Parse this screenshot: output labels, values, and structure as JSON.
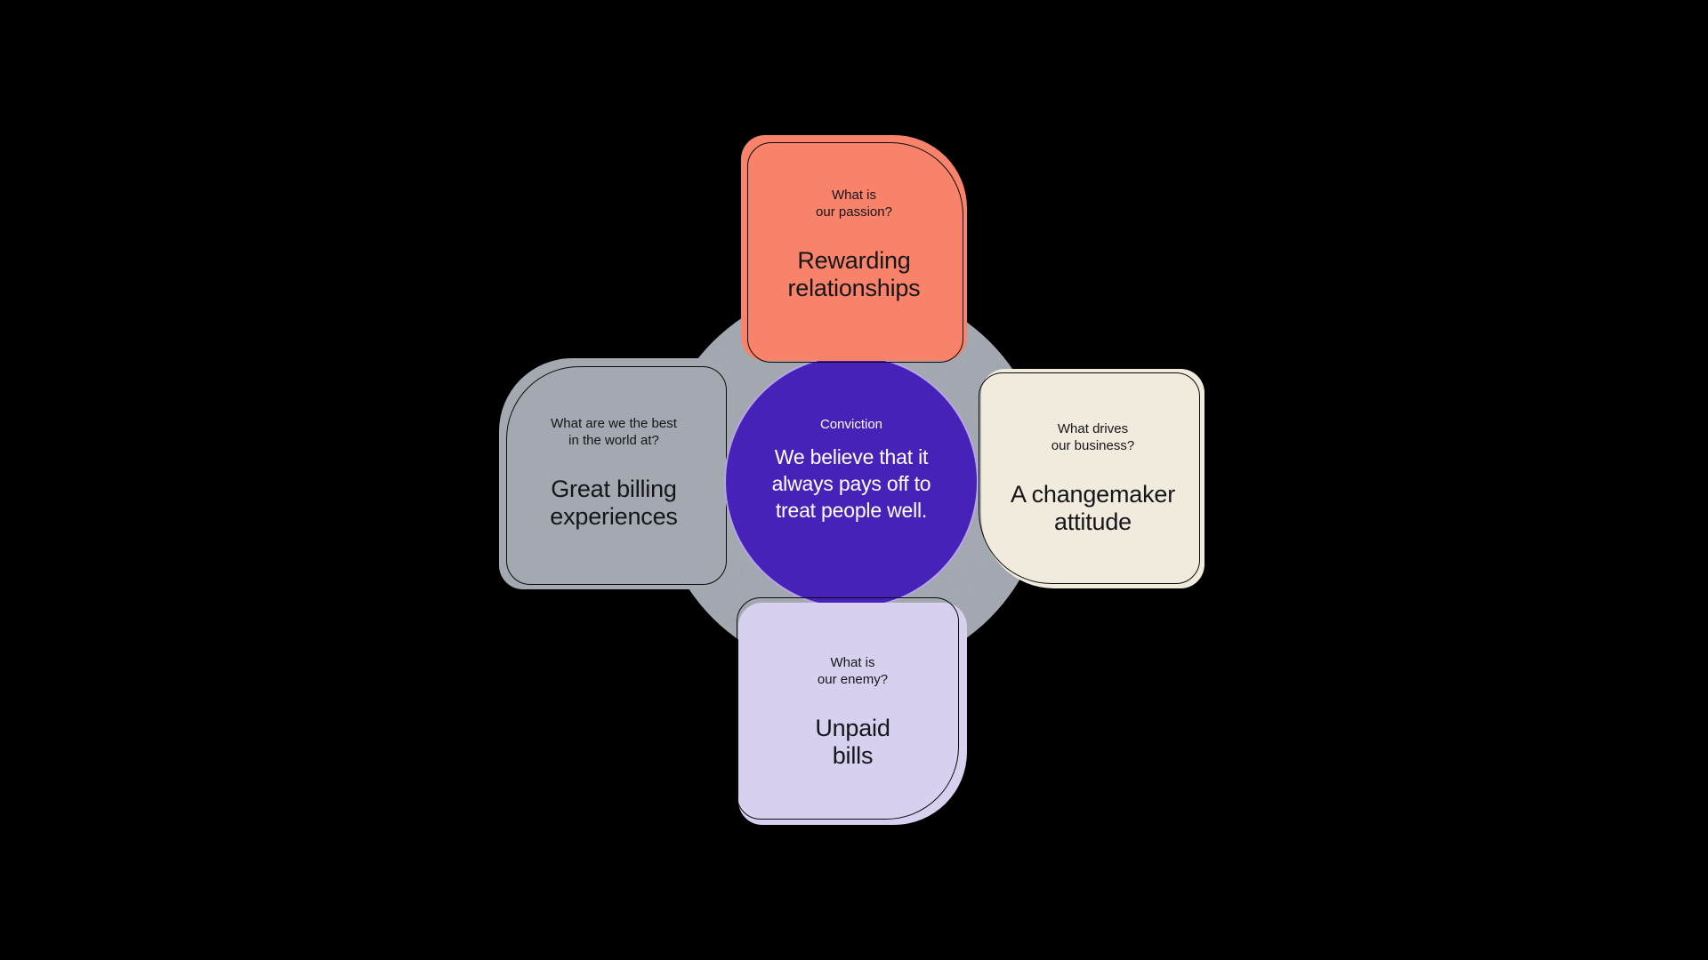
{
  "page": {
    "background": "#000000"
  },
  "backdrop": {
    "color": "#9FA5AF"
  },
  "outline_color": "#0B0B0B",
  "card_text_color": "#14161A",
  "center": {
    "label": "Conviction",
    "statement": "We believe that it\nalways pays off to\ntreat people well.",
    "bg": "#4722B8",
    "ring": "rgba(255,255,255,0.6)",
    "text_color": "#FFFFFF"
  },
  "cards": [
    {
      "position": "top",
      "question": "What is\nour passion?",
      "answer": "Rewarding\nrelationships",
      "bg": "#F9826A"
    },
    {
      "position": "left",
      "question": "What are we the best\nin the world at?",
      "answer": "Great billing\nexperiences",
      "bg": "#A3A8B1"
    },
    {
      "position": "right",
      "question": "What drives\nour business?",
      "answer": "A changemaker\nattitude",
      "bg": "#F0EBDC"
    },
    {
      "position": "bottom",
      "question": "What is\nour enemy?",
      "answer": "Unpaid\nbills",
      "bg": "#D7D1EF"
    }
  ]
}
